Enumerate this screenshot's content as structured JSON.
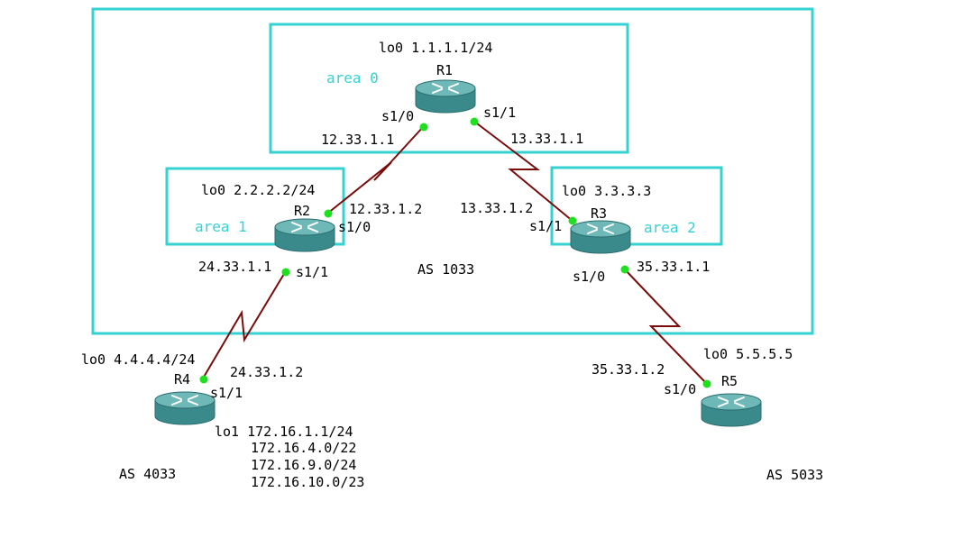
{
  "colors": {
    "boundary": "#35d2d2",
    "link": "#7a0c0c",
    "interface_dot": "#1fe01f",
    "router_body": "#3a8a8c",
    "router_top": "#6fb8b8",
    "area_text": "#35d2d2"
  },
  "icon": "router-icon",
  "as_labels": {
    "as1033": "AS 1033",
    "as4033": "AS 4033",
    "as5033": "AS 5033"
  },
  "areas": {
    "area0": "area 0",
    "area1": "area 1",
    "area2": "area 2"
  },
  "routers": {
    "r1": {
      "name": "R1",
      "loopback": "lo0 1.1.1.1/24"
    },
    "r2": {
      "name": "R2",
      "loopback": "lo0 2.2.2.2/24"
    },
    "r3": {
      "name": "R3",
      "loopback": "lo0 3.3.3.3"
    },
    "r4": {
      "name": "R4",
      "loopback": "lo0 4.4.4.4/24",
      "loopback1": [
        "lo1 172.16.1.1/24",
        "172.16.4.0/22",
        "172.16.9.0/24",
        "172.16.10.0/23"
      ]
    },
    "r5": {
      "name": "R5",
      "loopback": "lo0 5.5.5.5"
    }
  },
  "links": {
    "r1_r2": {
      "a_if": "s1/0",
      "a_ip": "12.33.1.1",
      "b_if": "s1/0",
      "b_ip": "12.33.1.2"
    },
    "r1_r3": {
      "a_if": "s1/1",
      "a_ip": "13.33.1.1",
      "b_if": "s1/1",
      "b_ip": "13.33.1.2"
    },
    "r2_r4": {
      "a_if": "s1/1",
      "a_ip": "24.33.1.1",
      "b_if": "s1/1",
      "b_ip": "24.33.1.2"
    },
    "r3_r5": {
      "a_if": "s1/0",
      "a_ip": "35.33.1.1",
      "b_if": "s1/0",
      "b_ip": "35.33.1.2"
    }
  }
}
